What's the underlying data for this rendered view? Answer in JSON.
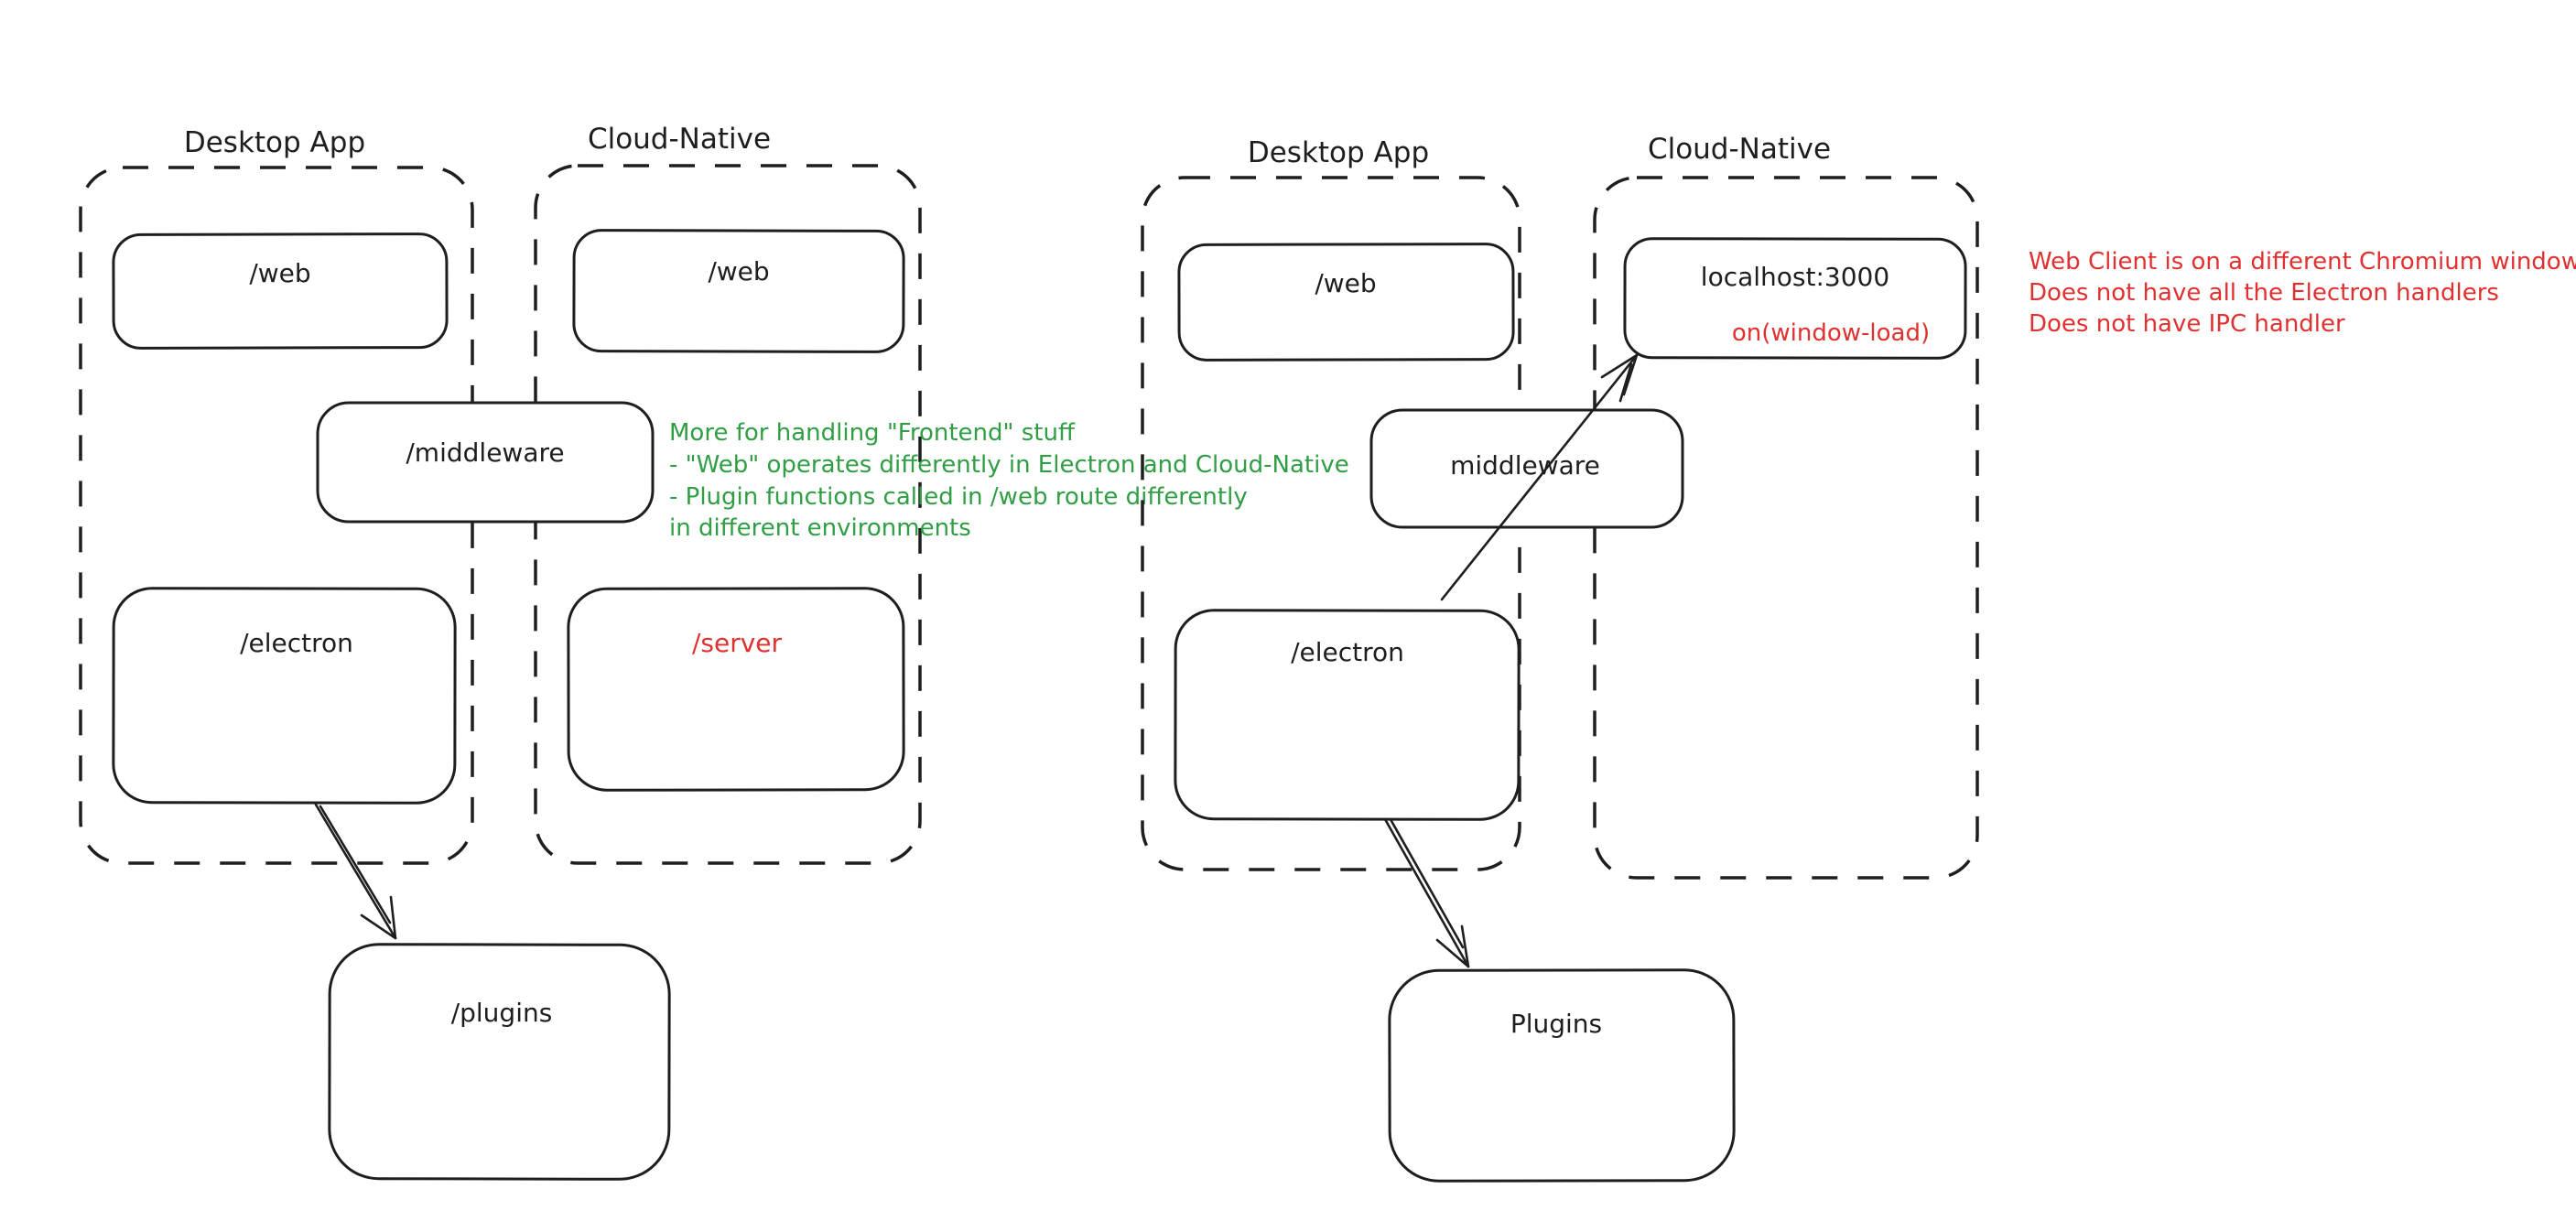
{
  "canvas": {
    "background": "#ffffff"
  },
  "colors": {
    "stroke": "#1e1e1e",
    "green_note": "#2f9e44",
    "red_note": "#e03131"
  },
  "left_diagram": {
    "desktop_label": "Desktop App",
    "cloud_label": "Cloud-Native",
    "web_desktop_label": "/web",
    "web_cloud_label": "/web",
    "middleware_label": "/middleware",
    "electron_label": "/electron",
    "server_label": "/server",
    "plugins_label": "/plugins",
    "green_note": {
      "line1": "More for handling \"Frontend\" stuff",
      "line2": "- \"Web\" operates differently in Electron and Cloud-Native",
      "line3": "- Plugin functions called in /web route differently",
      "line4": "in different environments"
    }
  },
  "right_diagram": {
    "desktop_label": "Desktop App",
    "cloud_label": "Cloud-Native",
    "web_label": "/web",
    "localhost_label": "localhost:3000",
    "window_load_label": "on(window-load)",
    "middleware_label": "middleware",
    "electron_label": "/electron",
    "plugins_label": "Plugins",
    "red_note": {
      "line1": "Web Client is on a different Chromium window",
      "line2": "Does not have all the Electron handlers",
      "line3": "Does not have IPC handler"
    }
  }
}
